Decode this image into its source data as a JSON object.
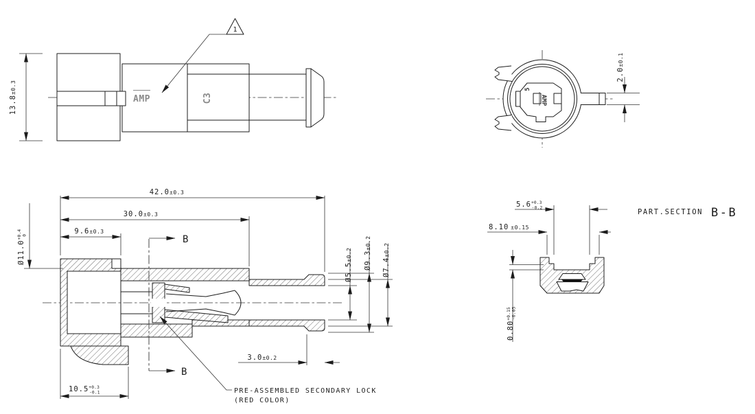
{
  "drawing": {
    "colors": {
      "line": "#1c1c1c",
      "background": "#ffffff",
      "lock_fill": "#111111"
    },
    "views": {
      "side": {
        "marking_amp": "AMP",
        "marking_c3": "C3",
        "callout_flag": "1"
      },
      "front": {
        "cavity_label": "5",
        "marking_amp": "AMP"
      },
      "section": {
        "arrow_label_upper": "B",
        "arrow_label_lower": "B",
        "note_line1": "PRE-ASSEMBLED SECONDARY LOCK",
        "note_line2": "(RED COLOR)"
      },
      "part_section": {
        "title_prefix": "PART.SECTION",
        "title_name": "B-B"
      }
    },
    "dimensions": {
      "height": {
        "value": "13.8",
        "tol": "±0.3"
      },
      "total_length": {
        "value": "42.0",
        "tol": "±0.3"
      },
      "body_length": {
        "value": "30.0",
        "tol": "±0.3"
      },
      "cap_length": {
        "value": "9.6",
        "tol": "±0.3"
      },
      "body_dia": {
        "value": "Ø11.0",
        "tol_up": "+0.4",
        "tol_dn": "0"
      },
      "bore_dia": {
        "value": "Ø5.5",
        "tol": "±0.2"
      },
      "flare_dia": {
        "value": "Ø9.3",
        "tol": "±0.2"
      },
      "tube_dia": {
        "value": "Ø7.4",
        "tol": "±0.2"
      },
      "flare_length": {
        "value": "3.0",
        "tol": "±0.2"
      },
      "foot_length": {
        "value": "10.5",
        "tol_up": "+0.3",
        "tol_dn": "-0.1"
      },
      "tab_width": {
        "value": "2.0",
        "tol": "±0.1"
      },
      "slot_width": {
        "value": "5.6",
        "tol_up": "+0.3",
        "tol_dn": "-0.2"
      },
      "slot_outer": {
        "value": "8.10",
        "tol": "±0.15"
      },
      "rib_height": {
        "value": "0.80",
        "tol_up": "+0.15",
        "tol_dn": "-0.05"
      }
    }
  }
}
